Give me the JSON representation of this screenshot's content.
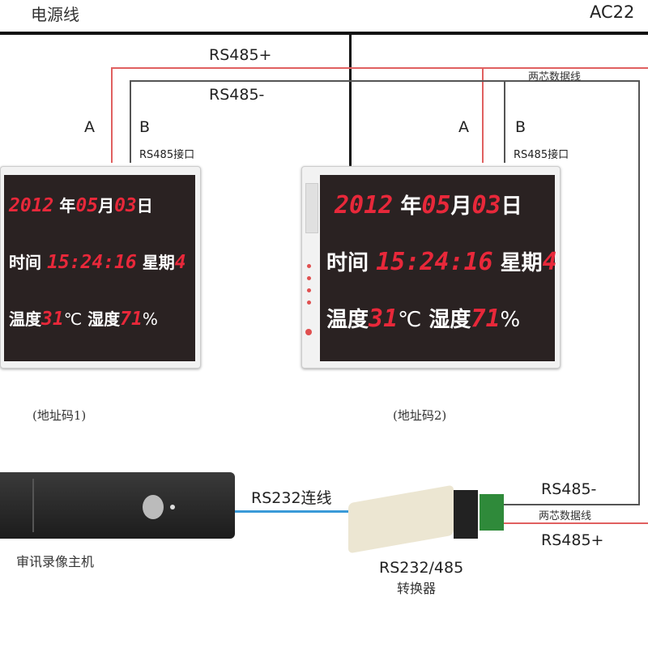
{
  "labels": {
    "power_line": "电源线",
    "ac": "AC22",
    "rs485_plus_top": "RS485+",
    "rs485_minus_top": "RS485-",
    "two_core_top": "两芯数据线",
    "a": "A",
    "b": "B",
    "rs485_port": "RS485接口",
    "rs232_cable": "RS232连线",
    "converter_line1": "RS232/485",
    "converter_line2": "转换器",
    "dvr": "审讯录像主机",
    "rs485_minus_bottom": "RS485-",
    "two_core_bottom": "两芯数据线",
    "rs485_plus_bottom": "RS485+"
  },
  "displays": [
    {
      "address": "(地址码1)",
      "year": "2012",
      "year_unit": "年",
      "month": "05",
      "month_unit": "月",
      "day": "03",
      "day_unit": "日",
      "time_label": "时间",
      "time": "15:24:16",
      "week_label": "星期",
      "week": "4",
      "temp_label": "温度",
      "temp": "31",
      "temp_unit": "℃",
      "hum_label": "湿度",
      "hum": "71",
      "hum_unit": "%"
    },
    {
      "address": "(地址码2)",
      "year": "2012",
      "year_unit": "年",
      "month": "05",
      "month_unit": "月",
      "day": "03",
      "day_unit": "日",
      "time_label": "时间",
      "time": "15:24:16",
      "week_label": "星期",
      "week": "4",
      "temp_label": "温度",
      "temp": "31",
      "temp_unit": "℃",
      "hum_label": "湿度",
      "hum": "71",
      "hum_unit": "%"
    }
  ],
  "colors": {
    "power": "#111111",
    "rs485_plus": "#e06060",
    "rs485_minus": "#555555",
    "rs232": "#3a9ad8",
    "led": "#e8283a"
  }
}
